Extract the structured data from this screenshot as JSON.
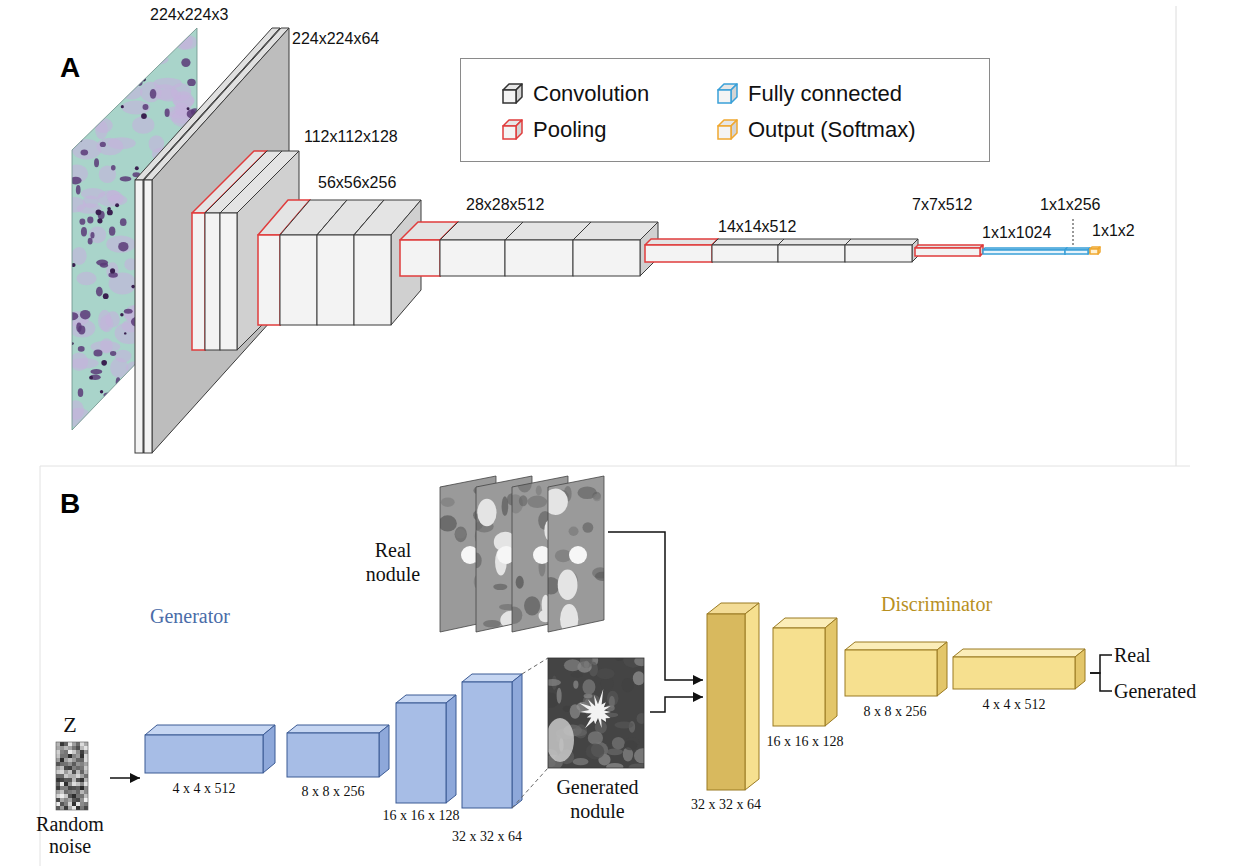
{
  "diagram": {
    "nodes": [
      {
        "text": [
          "Real nodule"
        ]
      },
      {
        "text": [
          "Z",
          "Random noise"
        ]
      },
      {
        "text": [
          "Generator"
        ]
      },
      {
        "text": [
          "Generated nodule"
        ]
      },
      {
        "text": [
          "Discriminator"
        ]
      },
      {
        "text": [
          "Real"
        ]
      },
      {
        "text": [
          "Generated"
        ]
      }
    ],
    "edges": [
      {
        "from": 1,
        "to": 2,
        "arrow": "to"
      },
      {
        "from": 0,
        "to": 4,
        "arrow": "to"
      },
      {
        "from": 3,
        "to": 4,
        "arrow": "to"
      },
      {
        "from": 4,
        "to": 5,
        "arrow": "none"
      },
      {
        "from": 4,
        "to": 6,
        "arrow": "none"
      }
    ],
    "labels": [
      "A",
      "224x224x3",
      "224x224x64",
      "112x112x128",
      "56x56x256",
      "28x28x512",
      "14x14x512",
      "7x7x512",
      "1x1x256",
      "1x1x1024",
      "1x1x2",
      "B",
      "4 x 4 x 512",
      "8 x 8 x 256",
      "16 x 16 x 128",
      "32 x 32 x 64",
      "32 x 32 x 64",
      "16 x 16 x 128",
      "8 x 8 x 256",
      "4 x 4 x 512"
    ],
    "legend": [
      {
        "text": "Convolution",
        "color": "#333333"
      },
      {
        "text": "Fully connected",
        "color": "#3aa0d8"
      },
      {
        "text": "Pooling",
        "color": "#e03c3c"
      },
      {
        "text": "Output (Softmax)",
        "color": "#f0a830"
      }
    ]
  }
}
